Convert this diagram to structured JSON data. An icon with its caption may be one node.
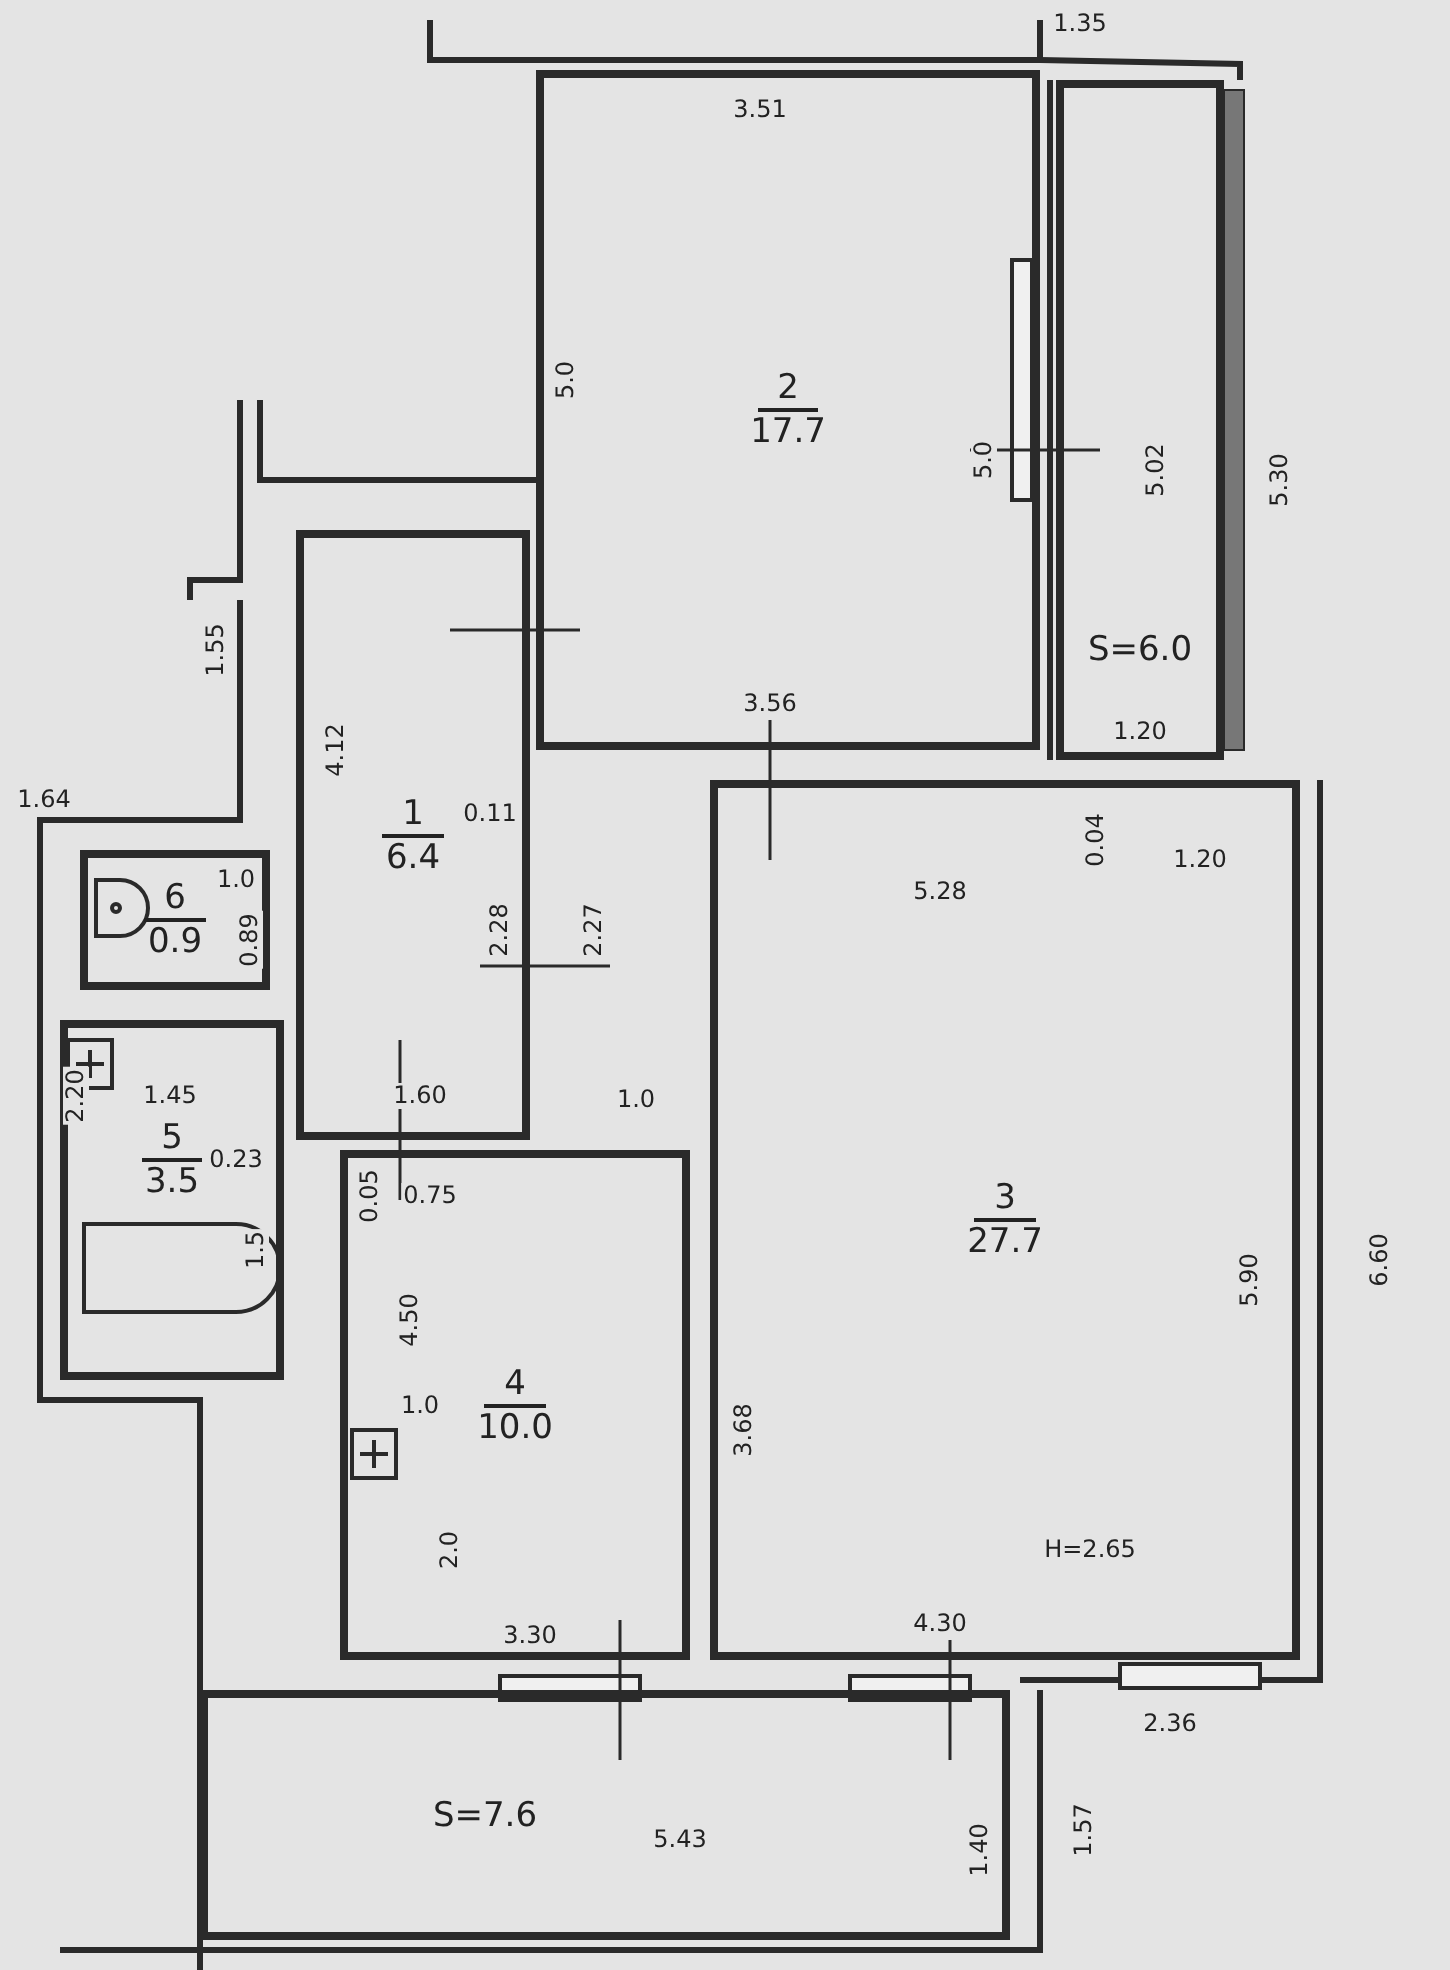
{
  "diagram": {
    "nodes": [
      {
        "text": [
          "1",
          "6.4"
        ]
      },
      {
        "text": [
          "2",
          "17.7"
        ]
      },
      {
        "text": [
          "3",
          "27.7"
        ]
      },
      {
        "text": [
          "4",
          "10.0"
        ]
      },
      {
        "text": [
          "5",
          "3.5"
        ]
      },
      {
        "text": [
          "6",
          "0.9"
        ]
      },
      {
        "text": [
          "S=6.0"
        ]
      },
      {
        "text": [
          "S=7.6"
        ]
      }
    ],
    "labels": [
      "1.35",
      "3.51",
      "5.0",
      "5.0",
      "5.02",
      "5.30",
      "1.55",
      "4.12",
      "3.56",
      "1.20",
      "1.64",
      "0.11",
      "0.04",
      "1.20",
      "5.28",
      "1.0",
      "0.89",
      "2.28",
      "2.27",
      "2.20",
      "1.45",
      "1.60",
      "1.0",
      "0.23",
      "1.5",
      "0.05",
      "0.75",
      "4.50",
      "5.90",
      "6.60",
      "1.0",
      "3.68",
      "2.0",
      "H=2.65",
      "3.30",
      "4.30",
      "2.36",
      "1.40",
      "1.57",
      "5.43"
    ]
  }
}
